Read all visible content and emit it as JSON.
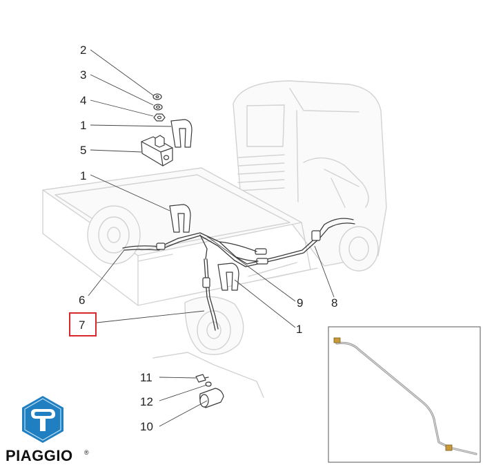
{
  "callouts": {
    "c2": "2",
    "c3": "3",
    "c4": "4",
    "c1_top": "1",
    "c5": "5",
    "c1_mid": "1",
    "c6": "6",
    "c7": "7",
    "c9": "9",
    "c8": "8",
    "c1_low": "1",
    "c11": "11",
    "c12": "12",
    "c10": "10"
  },
  "highlight": {
    "callout": "7",
    "color": "#d9262c"
  },
  "brand": {
    "name": "PIAGGIO",
    "registered": "®",
    "logo_color": "#1f7fc0"
  },
  "colors": {
    "ghost_line": "#d2d2d2",
    "part_line": "#3a3a3a",
    "inset_border": "#555555"
  },
  "icons": {
    "logo": "piaggio-shield-logo",
    "brake-pipe": "metal-brake-pipe-icon"
  }
}
